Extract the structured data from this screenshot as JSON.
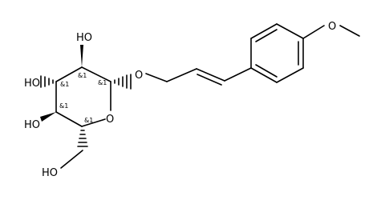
{
  "molecule": {
    "atom_labels": {
      "oh_c2": "HO",
      "oh_c3": "HO",
      "oh_c4": "HO",
      "ring_o": "O",
      "glycosidic_o": "O",
      "oh_c6": "HO",
      "methoxy_o": "O"
    },
    "stereo_labels": {
      "c1": "&1",
      "c2": "&1",
      "c3": "&1",
      "c4": "&1",
      "c5": "&1"
    }
  },
  "colors": {
    "bond": "#000000",
    "text": "#000000",
    "background": "#ffffff"
  }
}
